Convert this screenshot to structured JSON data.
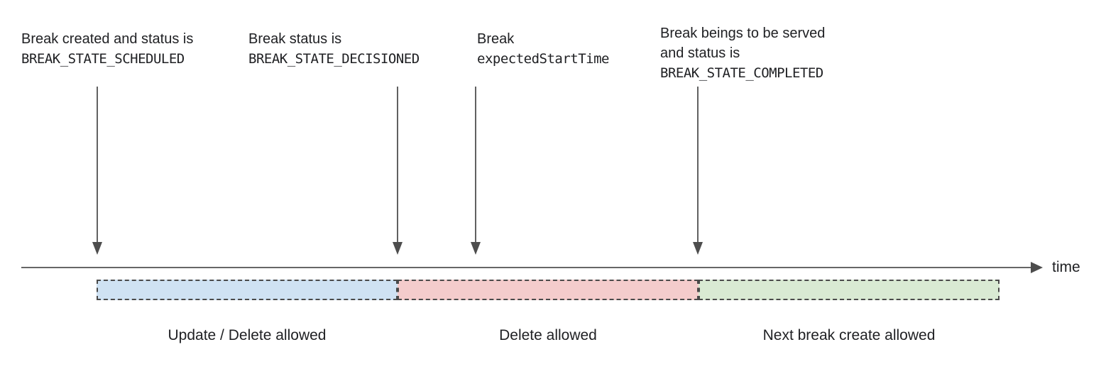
{
  "diagram": {
    "annotations": [
      {
        "line1": "Break created and status is",
        "code": "BREAK_STATE_SCHEDULED"
      },
      {
        "line1": "Break status is",
        "code": "BREAK_STATE_DECISIONED"
      },
      {
        "line1": "Break",
        "code": "expectedStartTime"
      },
      {
        "line1": "Break beings to be served",
        "line2": "and status is",
        "code": "BREAK_STATE_COMPLETED"
      }
    ],
    "timeline": {
      "axis_label": "time"
    },
    "segments": [
      {
        "label": "Update / Delete allowed",
        "color": "#cfe2f3"
      },
      {
        "label": "Delete allowed",
        "color": "#f4cccc"
      },
      {
        "label": "Next break create allowed",
        "color": "#d9ead3"
      }
    ],
    "colors": {
      "arrow": "#4d4d4d",
      "line": "#666666",
      "dashed_border": "#4a4a4a",
      "text": "#202124"
    }
  }
}
